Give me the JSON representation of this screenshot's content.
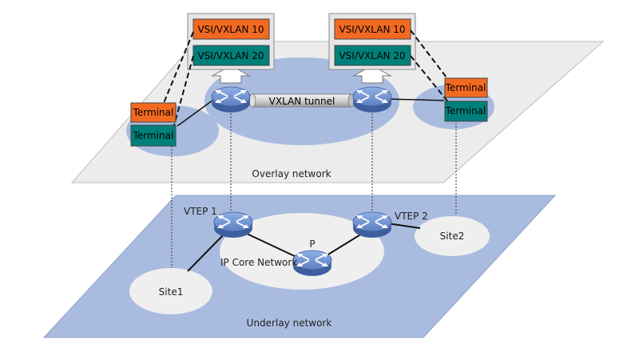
{
  "diagram": {
    "overlay_plane": {
      "label": "Overlay network"
    },
    "underlay_plane": {
      "label": "Underlay network"
    },
    "tunnel": {
      "label": "VXLAN tunnel"
    },
    "vsi_boxes": {
      "left": {
        "top": "VSI/VXLAN 10",
        "bottom": "VSI/VXLAN 20"
      },
      "right": {
        "top": "VSI/VXLAN 10",
        "bottom": "VSI/VXLAN 20"
      }
    },
    "terminals": {
      "left_orange": "Terminal",
      "left_teal": "Terminal",
      "right_orange": "Terminal",
      "right_teal": "Terminal"
    },
    "underlay": {
      "vtep1": "VTEP 1",
      "vtep2": "VTEP 2",
      "p_router": "P",
      "core": "IP Core Network",
      "site1": "Site1",
      "site2": "Site2"
    },
    "colors": {
      "vxlan10": "#f26a21",
      "vxlan20": "#00807a",
      "overlay_plane": "#ececec",
      "underlay_plane": "#a9bcdf",
      "site_ellipse": "#efefef",
      "router_body": "#6c8cc8"
    },
    "icons": [
      "router-icon",
      "up-arrow-icon"
    ]
  }
}
